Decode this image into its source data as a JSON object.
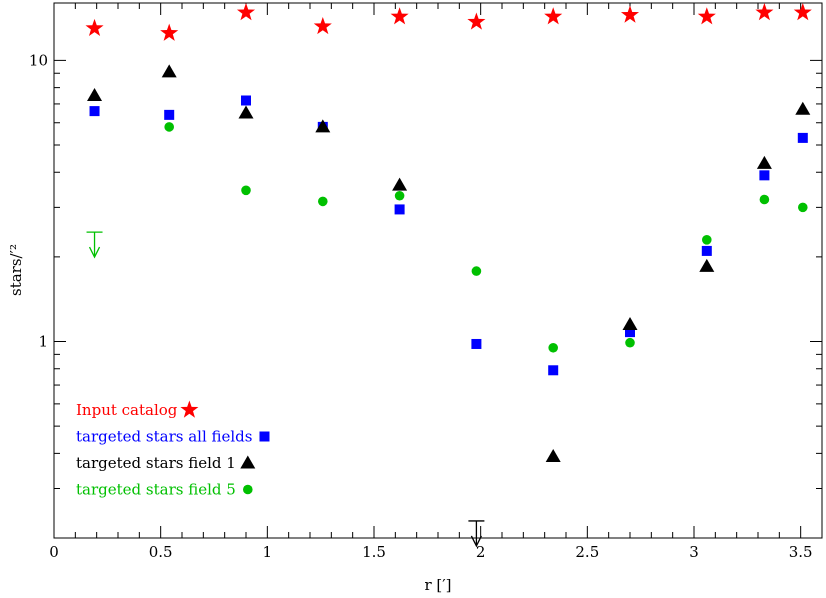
{
  "chart_data": {
    "type": "scatter",
    "title": "",
    "xlabel": "r [′]",
    "ylabel": "stars/′²",
    "xlim": [
      0,
      3.6
    ],
    "ylim": [
      0.2,
      16
    ],
    "yscale": "log",
    "grid": false,
    "legend_placement": "bottom-left",
    "x_ticks": [
      {
        "value": 0,
        "label": "0"
      },
      {
        "value": 0.5,
        "label": "0.5"
      },
      {
        "value": 1,
        "label": "1"
      },
      {
        "value": 1.5,
        "label": "1.5"
      },
      {
        "value": 2,
        "label": "2"
      },
      {
        "value": 2.5,
        "label": "2.5"
      },
      {
        "value": 3,
        "label": "3"
      },
      {
        "value": 3.5,
        "label": "3.5"
      }
    ],
    "y_ticks": [
      {
        "value": 1,
        "label": "1"
      },
      {
        "value": 10,
        "label": "10"
      }
    ],
    "series": [
      {
        "name": "Input catalog",
        "marker": "star",
        "color": "#ff0000",
        "x": [
          0.19,
          0.54,
          0.9,
          1.26,
          1.62,
          1.98,
          2.34,
          2.7,
          3.06,
          3.33,
          3.51
        ],
        "y": [
          13.0,
          12.5,
          14.8,
          13.2,
          14.3,
          13.7,
          14.3,
          14.5,
          14.3,
          14.8,
          14.8
        ],
        "upper_limits": []
      },
      {
        "name": "targeted stars all fields",
        "marker": "square",
        "color": "#0000ff",
        "x": [
          0.19,
          0.54,
          0.9,
          1.26,
          1.62,
          1.98,
          2.34,
          2.7,
          3.06,
          3.33,
          3.51
        ],
        "y": [
          6.6,
          6.4,
          7.2,
          5.8,
          2.95,
          0.98,
          0.79,
          1.08,
          2.1,
          3.9,
          5.3
        ],
        "upper_limits": []
      },
      {
        "name": "targeted stars field 1",
        "marker": "triangle",
        "color": "#000000",
        "x": [
          0.19,
          0.54,
          0.9,
          1.26,
          1.62,
          2.34,
          2.7,
          3.06,
          3.33,
          3.51
        ],
        "y": [
          7.5,
          9.1,
          6.5,
          5.8,
          3.6,
          0.39,
          1.15,
          1.85,
          4.3,
          6.7
        ],
        "upper_limits": [
          {
            "x": 1.98,
            "y": 0.23
          }
        ]
      },
      {
        "name": "targeted stars field 5",
        "marker": "circle",
        "color": "#00c000",
        "x": [
          0.54,
          0.9,
          1.26,
          1.62,
          1.98,
          2.34,
          2.7,
          3.06,
          3.33,
          3.51
        ],
        "y": [
          5.8,
          3.45,
          3.15,
          3.3,
          1.78,
          0.95,
          0.99,
          2.3,
          3.2,
          3.0
        ],
        "upper_limits": [
          {
            "x": 0.19,
            "y": 2.45
          }
        ]
      }
    ]
  },
  "axes": {
    "xlabel": "r [′]",
    "ylabel": "stars/′²"
  },
  "legend": {
    "items": [
      {
        "label": "Input catalog",
        "color": "#ff0000",
        "marker": "star"
      },
      {
        "label": "targeted stars all fields",
        "color": "#0000ff",
        "marker": "square"
      },
      {
        "label": "targeted stars field 1",
        "color": "#000000",
        "marker": "triangle"
      },
      {
        "label": "targeted stars field 5",
        "color": "#00c000",
        "marker": "circle"
      }
    ]
  }
}
